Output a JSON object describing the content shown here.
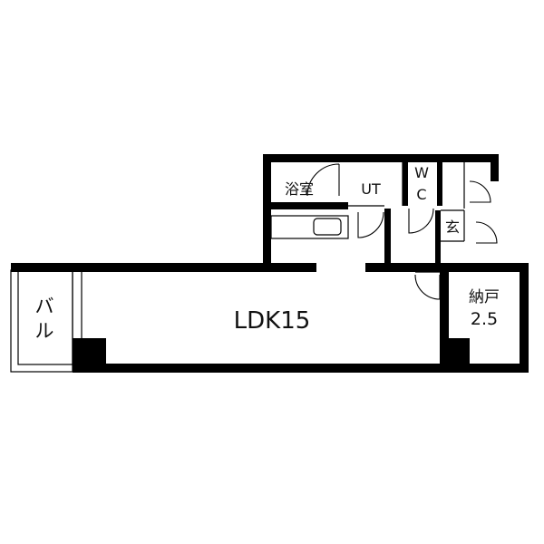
{
  "rooms": {
    "ldk": "LDK15",
    "bath": "浴室",
    "utility": "UT",
    "wc_top": "W",
    "wc_bottom": "C",
    "entrance": "玄",
    "storage_name": "納戸",
    "storage_size": "2.5",
    "balcony_top": "バ",
    "balcony_bottom": "ル"
  },
  "colors": {
    "wall": "#000000",
    "background": "#ffffff",
    "text": "#111111"
  }
}
